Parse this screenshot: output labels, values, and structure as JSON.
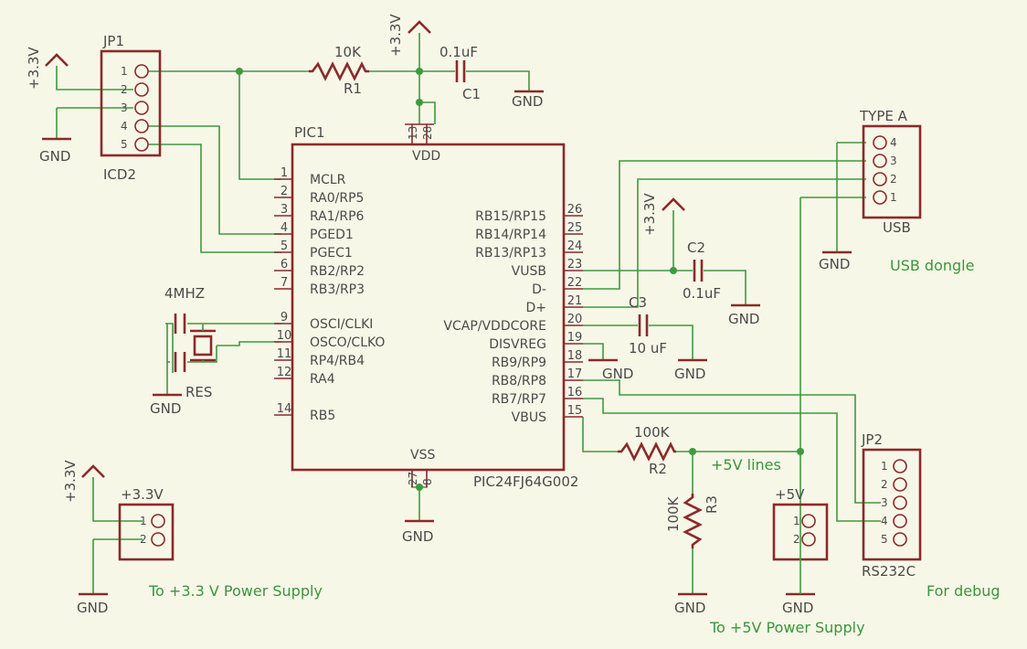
{
  "power": {
    "v33": "+3.3V",
    "gnd": "GND"
  },
  "ic": {
    "ref": "PIC1",
    "part": "PIC24FJ64G002",
    "vdd": "VDD",
    "vss": "VSS",
    "vdd_pins": [
      "13",
      "28"
    ],
    "vss_pins": [
      "27",
      "8"
    ],
    "left_pins": [
      {
        "num": "1",
        "name": "MCLR"
      },
      {
        "num": "2",
        "name": "RA0/RP5"
      },
      {
        "num": "3",
        "name": "RA1/RP6"
      },
      {
        "num": "4",
        "name": "PGED1"
      },
      {
        "num": "5",
        "name": "PGEC1"
      },
      {
        "num": "6",
        "name": "RB2/RP2"
      },
      {
        "num": "7",
        "name": "RB3/RP3"
      },
      {
        "num": "9",
        "name": "OSCI/CLKI"
      },
      {
        "num": "10",
        "name": "OSCO/CLKO"
      },
      {
        "num": "11",
        "name": "RP4/RB4"
      },
      {
        "num": "12",
        "name": "RA4"
      },
      {
        "num": "14",
        "name": "RB5"
      }
    ],
    "right_pins": [
      {
        "num": "26",
        "name": "RB15/RP15"
      },
      {
        "num": "25",
        "name": "RB14/RP14"
      },
      {
        "num": "24",
        "name": "RB13/RP13"
      },
      {
        "num": "23",
        "name": "VUSB"
      },
      {
        "num": "22",
        "name": "D-"
      },
      {
        "num": "21",
        "name": "D+"
      },
      {
        "num": "20",
        "name": "VCAP/VDDCORE"
      },
      {
        "num": "19",
        "name": "DISVREG"
      },
      {
        "num": "18",
        "name": "RB9/RP9"
      },
      {
        "num": "17",
        "name": "RB8/RP8"
      },
      {
        "num": "16",
        "name": "RB7/RP7"
      },
      {
        "num": "15",
        "name": "VBUS"
      }
    ]
  },
  "jp1": {
    "ref": "JP1",
    "value": "ICD2",
    "pins": [
      "1",
      "2",
      "3",
      "4",
      "5"
    ]
  },
  "usb": {
    "ref": "TYPE A",
    "value": "USB",
    "pins": [
      "4",
      "3",
      "2",
      "1"
    ]
  },
  "jp2": {
    "ref": "JP2",
    "value": "RS232C",
    "pins": [
      "1",
      "2",
      "3",
      "4",
      "5"
    ]
  },
  "pwr33": {
    "ref": "+3.3V",
    "pins": [
      "1",
      "2"
    ]
  },
  "pwr5": {
    "ref": "+5V",
    "pins": [
      "1",
      "2"
    ]
  },
  "r1": {
    "ref": "R1",
    "value": "10K"
  },
  "r2": {
    "ref": "R2",
    "value": "100K"
  },
  "r3": {
    "ref": "R3",
    "value": "100K"
  },
  "c1": {
    "ref": "C1",
    "value": "0.1uF"
  },
  "c2": {
    "ref": "C2",
    "value": "0.1uF"
  },
  "c3": {
    "ref": "C3",
    "value": "10 uF"
  },
  "xtal": {
    "ref": "RES",
    "value": "4MHZ"
  },
  "notes": {
    "usb_dongle": "USB dongle",
    "lines_5v": "+5V lines",
    "debug": "For debug",
    "supply_33": "To +3.3 V Power Supply",
    "supply_5": "To +5V Power Supply"
  }
}
